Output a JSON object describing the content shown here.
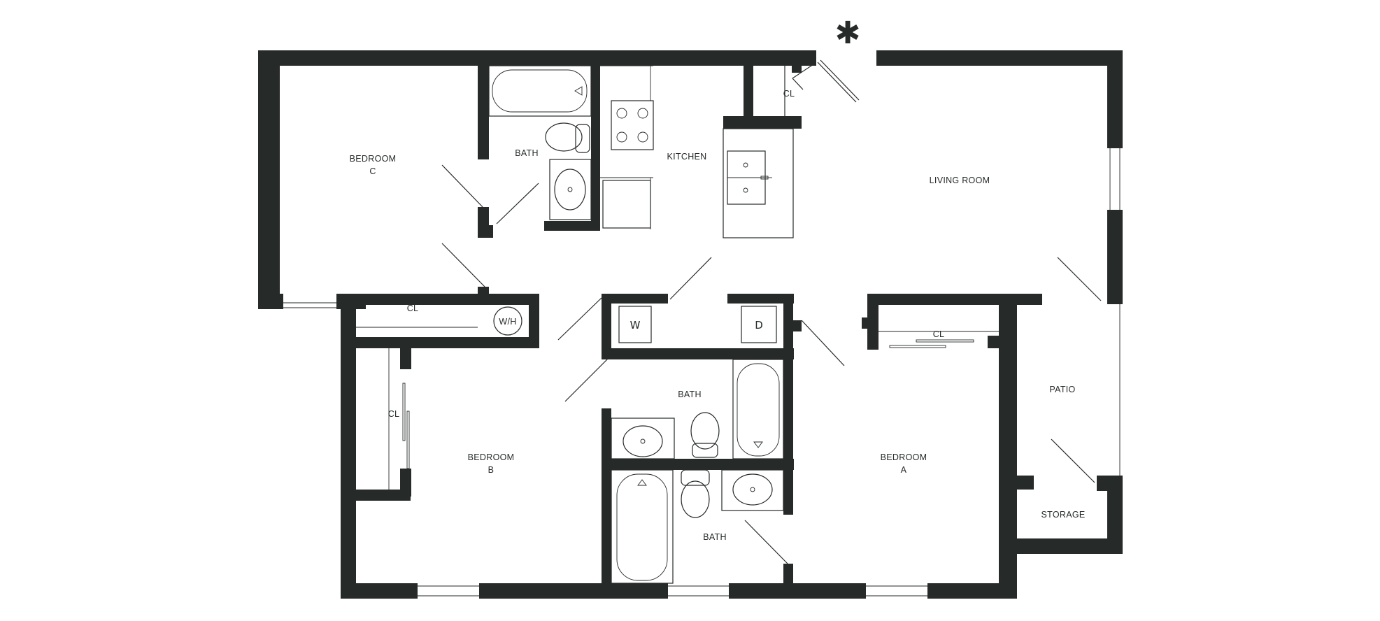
{
  "rooms": {
    "bedroom_c": {
      "line1": "BEDROOM",
      "line2": "C"
    },
    "bath_top": "BATH",
    "kitchen": "KITCHEN",
    "living_room": "LIVING ROOM",
    "bedroom_b": {
      "line1": "BEDROOM",
      "line2": "B"
    },
    "bath_middle": "BATH",
    "bath_bottom": "BATH",
    "bedroom_a": {
      "line1": "BEDROOM",
      "line2": "A"
    },
    "patio": "PATIO",
    "storage": "STORAGE"
  },
  "closets": {
    "top_entry": "CL",
    "bedroom_c": "CL",
    "bedroom_b": "CL",
    "bedroom_a": "CL"
  },
  "appliances": {
    "water_heater": "W/H",
    "washer": "W",
    "dryer": "D"
  },
  "entry_marker": "✱",
  "colors": {
    "wall": "#262a29",
    "background": "#ffffff"
  }
}
